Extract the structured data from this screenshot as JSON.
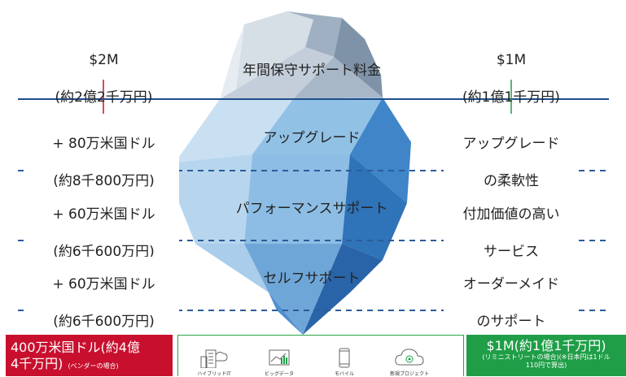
{
  "left": {
    "top_amount": "$2M",
    "top_amount_sub": "(約2億2千万円)",
    "rows": [
      {
        "line1": "+ 80万米国ドル",
        "line2": "(約8千800万円)"
      },
      {
        "line1": "+ 60万米国ドル",
        "line2": "(約6千600万円)"
      },
      {
        "line1": "+ 60万米国ドル",
        "line2": "(約6千600万円)"
      }
    ],
    "total_line1": "400万米国ドル(約4億",
    "total_line2": "4千万円)",
    "total_note": "(ベンダーの場合)"
  },
  "center": {
    "header": "年間保守サポート料金",
    "rows": [
      "アップグレード",
      "パフォーマンスサポート",
      "セルフサポート"
    ]
  },
  "right": {
    "top_amount": "$1M",
    "top_amount_sub": "(約1億1千万円)",
    "rows": [
      {
        "line1": "アップグレード",
        "line2": "の柔軟性"
      },
      {
        "line1": "付加価値の高い",
        "line2": "サービス"
      },
      {
        "line1": "オーダーメイド",
        "line2": "のサポート"
      }
    ],
    "total_line1": "$1M(約1億1千万円)",
    "total_note1": "(リミニストリートの場合)(※日本円は1ドル",
    "total_note2": "110円で算出)"
  },
  "icons": [
    {
      "icon": "hybrid-it-icon",
      "caption": "ハイブリッドIT"
    },
    {
      "icon": "big-data-icon",
      "caption": "ビッグデータ"
    },
    {
      "icon": "mobile-icon",
      "caption": "モバイル"
    },
    {
      "icon": "cloud-project-icon",
      "caption": "新規プロジェクト"
    }
  ],
  "colors": {
    "red": "#c8102e",
    "green": "#1f9e47",
    "navy": "#1f4e8c",
    "dash": "#2b5c9a"
  }
}
